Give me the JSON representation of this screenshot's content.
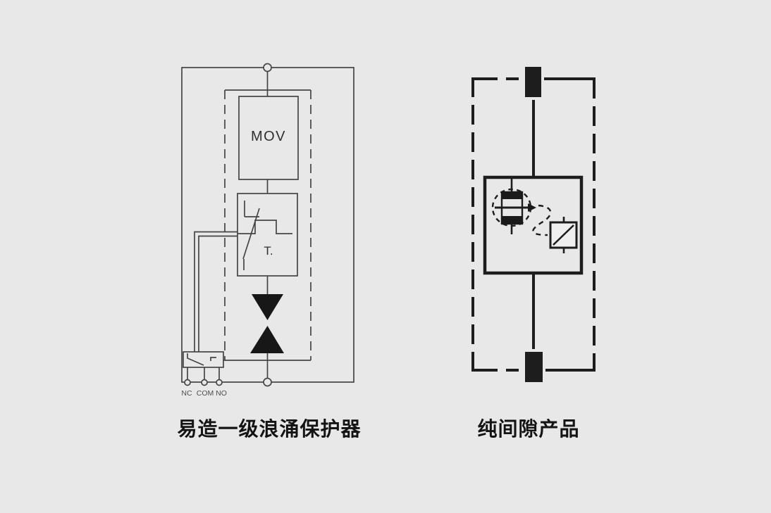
{
  "page": {
    "background_color": "#e8e8e8"
  },
  "left_diagram": {
    "caption": "易造一级浪涌保护器",
    "line_color": "#454545",
    "labels": {
      "mov": "MOV",
      "thermal": "T.",
      "terminal_nc": "NC",
      "terminal_com": "COM",
      "terminal_no": "NO"
    }
  },
  "right_diagram": {
    "caption": "纯间隙产品",
    "line_color": "#1d1d1d"
  }
}
